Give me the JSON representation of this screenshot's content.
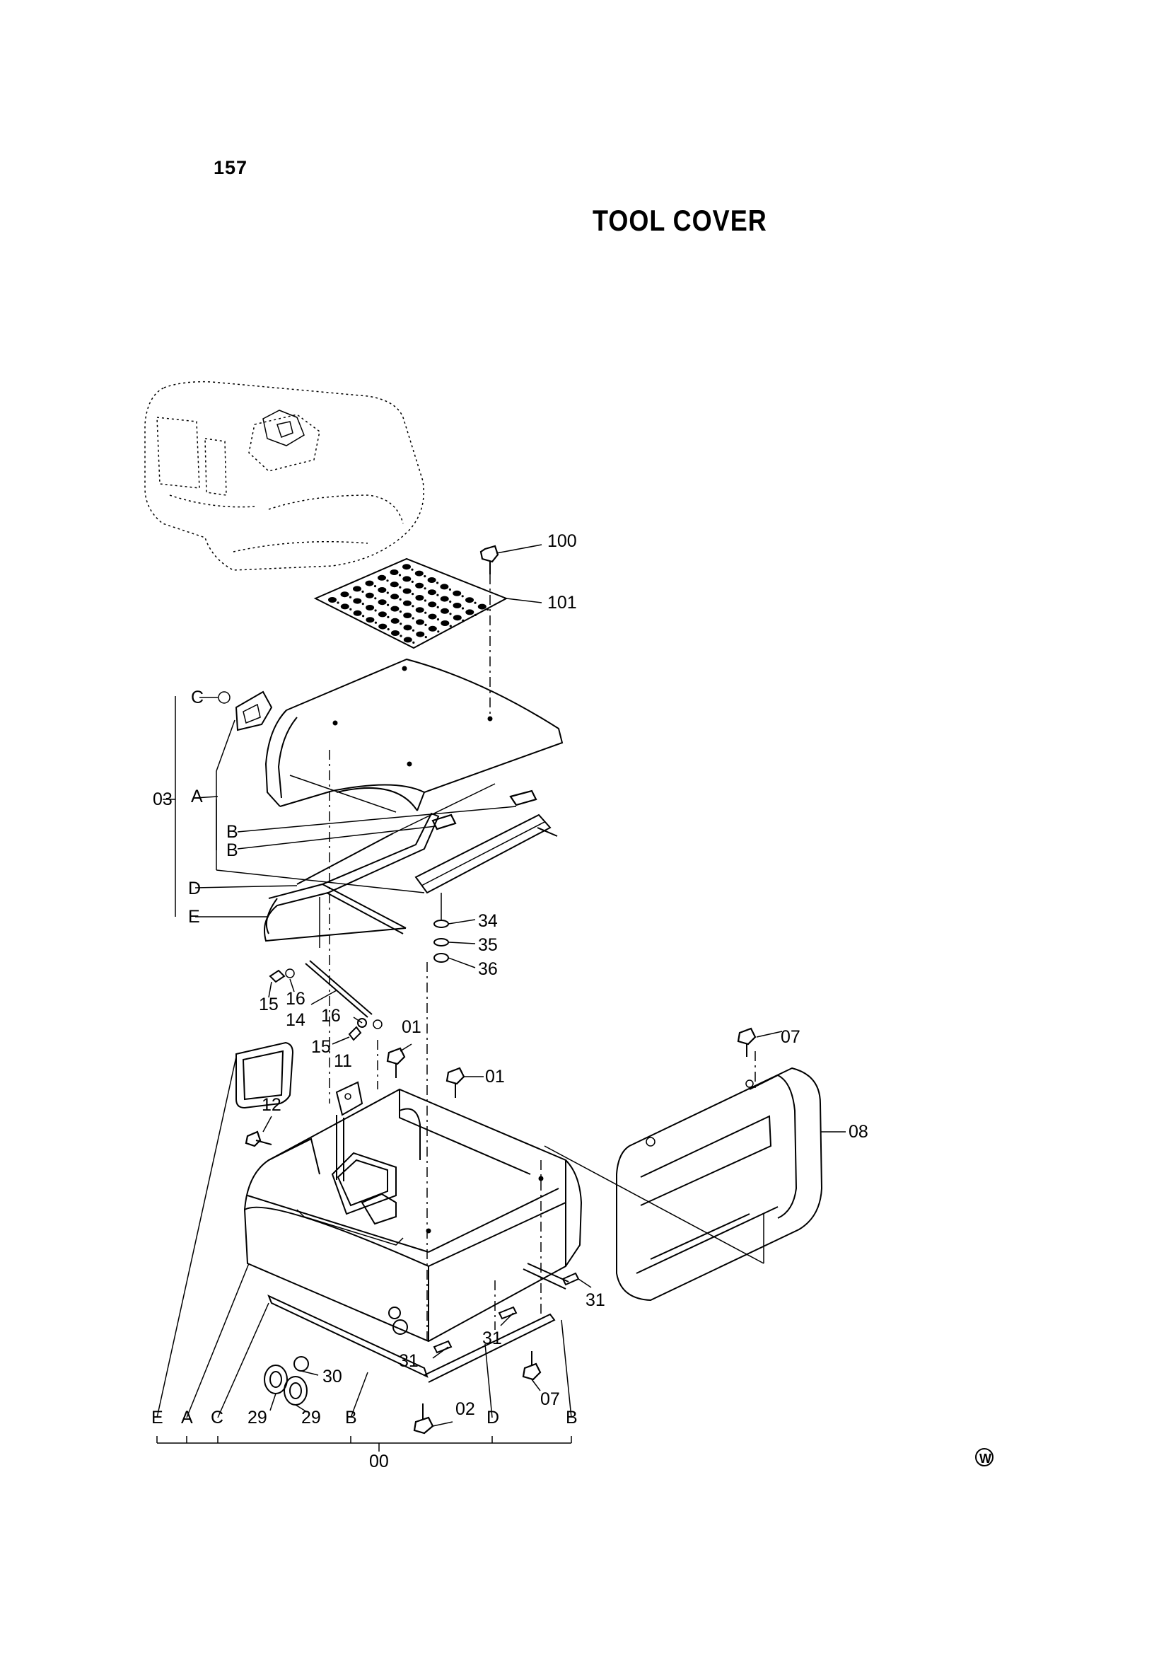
{
  "page_number": "157",
  "title": "TOOL COVER",
  "watermark": "W",
  "callouts": {
    "p100": "100",
    "p101": "101",
    "p03": "03",
    "pA": "A",
    "pB1": "B",
    "pB2": "B",
    "pC": "C",
    "pD": "D",
    "pE": "E",
    "p34": "34",
    "p35": "35",
    "p36": "36",
    "p15a": "15",
    "p16a": "16",
    "p14": "14",
    "p16b": "16",
    "p15b": "15",
    "p01a": "01",
    "p11": "11",
    "p01b": "01",
    "p07a": "07",
    "p08": "08",
    "p12": "12",
    "p31a": "31",
    "p31b": "31",
    "p31c": "31",
    "p30": "30",
    "p29a": "29",
    "p29b": "29",
    "p07b": "07",
    "p02": "02",
    "bE": "E",
    "bA": "A",
    "bC": "C",
    "bB1": "B",
    "bD": "D",
    "bB2": "B",
    "p00": "00"
  }
}
